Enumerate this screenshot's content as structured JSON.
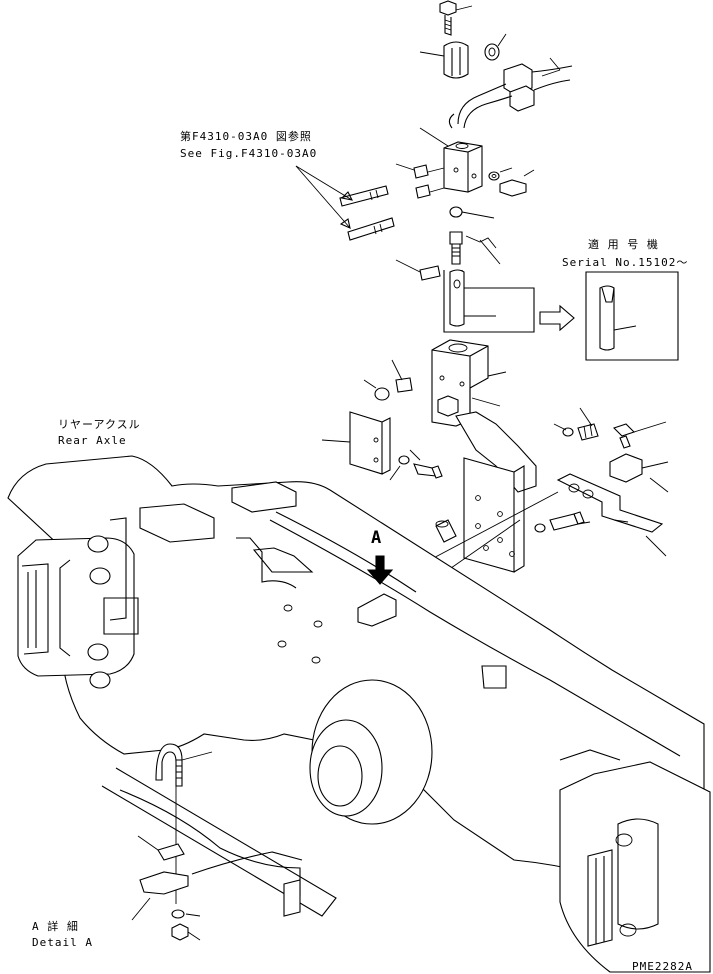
{
  "labels": {
    "see_fig_jp": "第F4310-03A0 図参照",
    "see_fig_en": "See Fig.F4310-03A0",
    "serial_jp": "適 用 号 機",
    "serial_en": "Serial No.15102～",
    "rear_axle_jp": "リヤーアクスル",
    "rear_axle_en": "Rear Axle",
    "view_marker": "A",
    "detail_jp": "A 詳 細",
    "detail_en": "Detail A",
    "drawing_number": "PME2282A"
  }
}
